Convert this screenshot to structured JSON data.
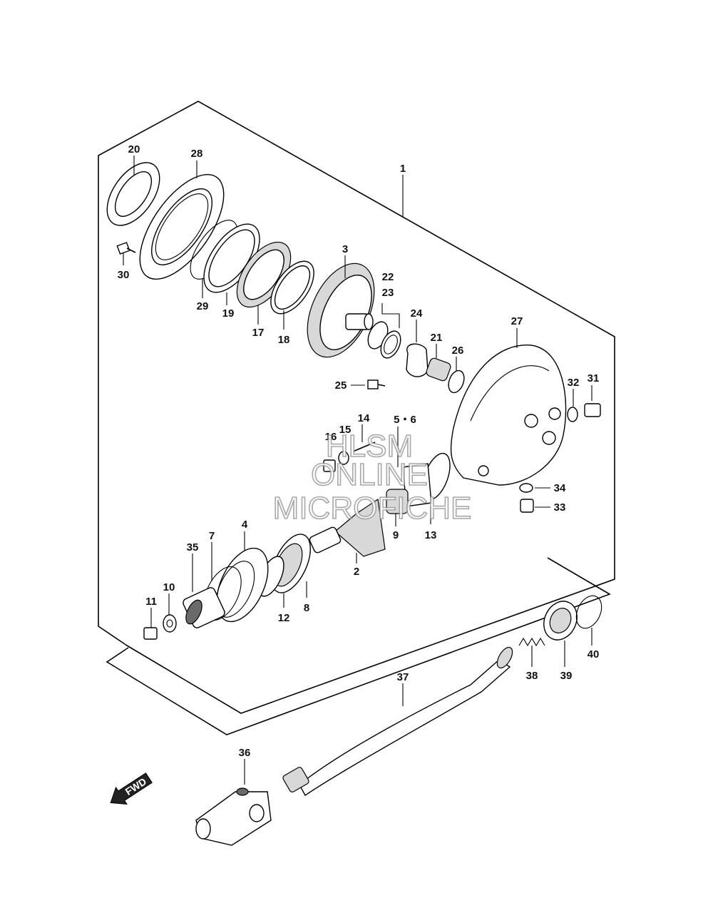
{
  "labels": {
    "p1": "1",
    "p2": "2",
    "p3": "3",
    "p4": "4",
    "p56": "5・6",
    "p7": "7",
    "p8": "8",
    "p9": "9",
    "p10": "10",
    "p11": "11",
    "p12": "12",
    "p13": "13",
    "p14": "14",
    "p15": "15",
    "p16": "16",
    "p17": "17",
    "p18": "18",
    "p19": "19",
    "p20": "20",
    "p21": "21",
    "p22": "22",
    "p23": "23",
    "p24": "24",
    "p25": "25",
    "p26": "26",
    "p27": "27",
    "p28": "28",
    "p29": "29",
    "p30": "30",
    "p31": "31",
    "p32": "32",
    "p33": "33",
    "p34": "34",
    "p35": "35",
    "p36": "36",
    "p37": "37",
    "p38": "38",
    "p39": "39",
    "p40": "40"
  },
  "watermark": {
    "line1": "HLSM",
    "line2": "ONLINE",
    "line3": "MICROFICHE"
  },
  "fwd_arrow": {
    "text": "FWD"
  }
}
